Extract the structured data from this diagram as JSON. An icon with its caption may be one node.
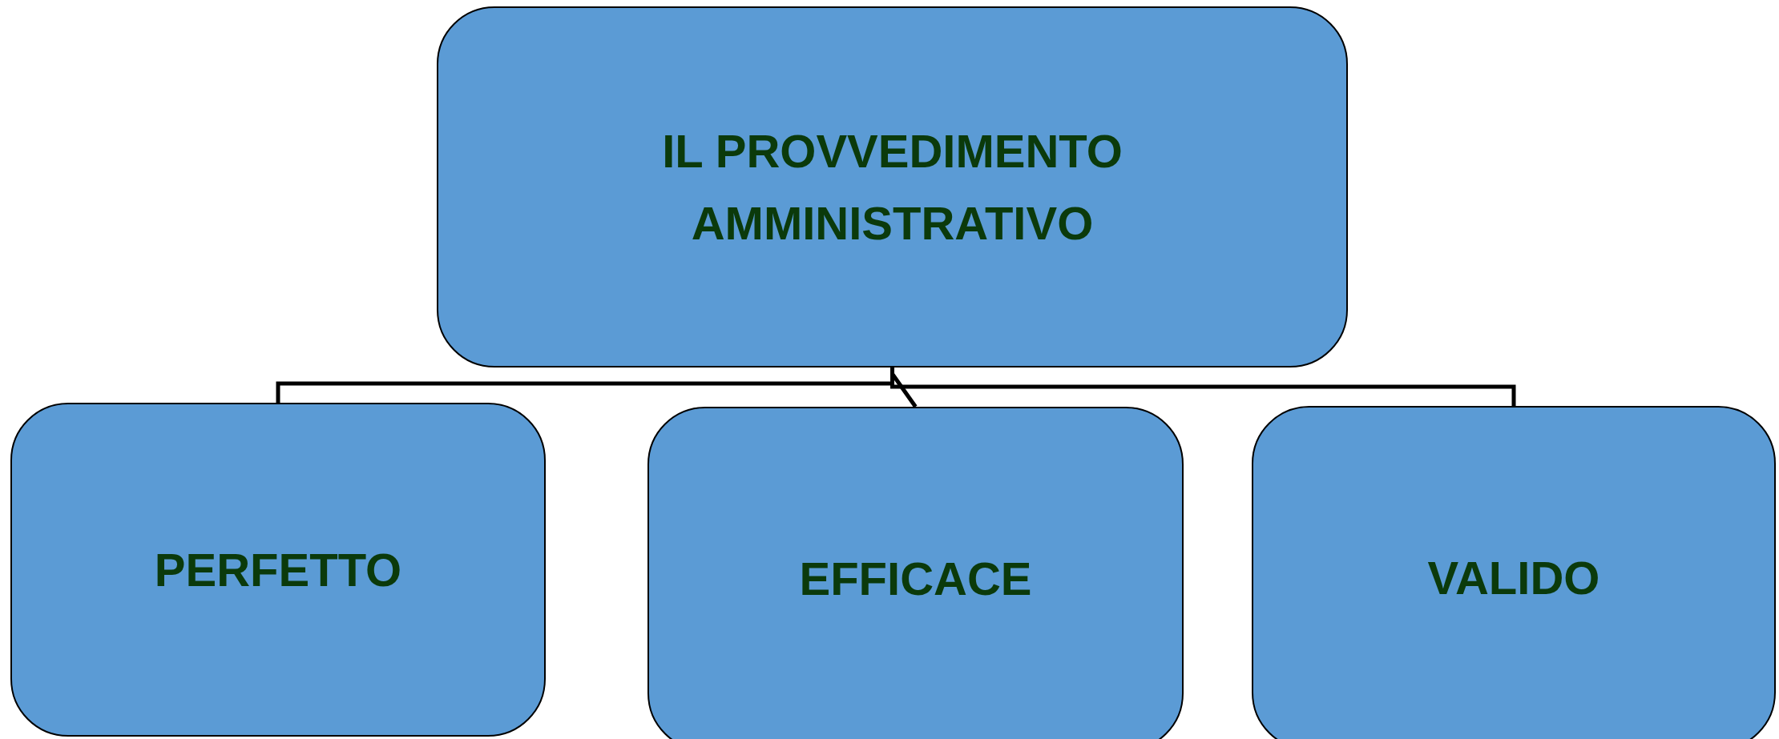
{
  "diagram": {
    "nodes": [
      {
        "text": [
          "IL PROVVEDIMENTO AMMINISTRATIVO"
        ]
      },
      {
        "text": [
          "PERFETTO"
        ]
      },
      {
        "text": [
          "EFFICACE"
        ]
      },
      {
        "text": [
          "VALIDO"
        ]
      }
    ],
    "edges": [
      {
        "from": 0,
        "to": 1,
        "arrow": "none"
      },
      {
        "from": 0,
        "to": 2,
        "arrow": "none"
      },
      {
        "from": 0,
        "to": 3,
        "arrow": "none"
      }
    ]
  }
}
